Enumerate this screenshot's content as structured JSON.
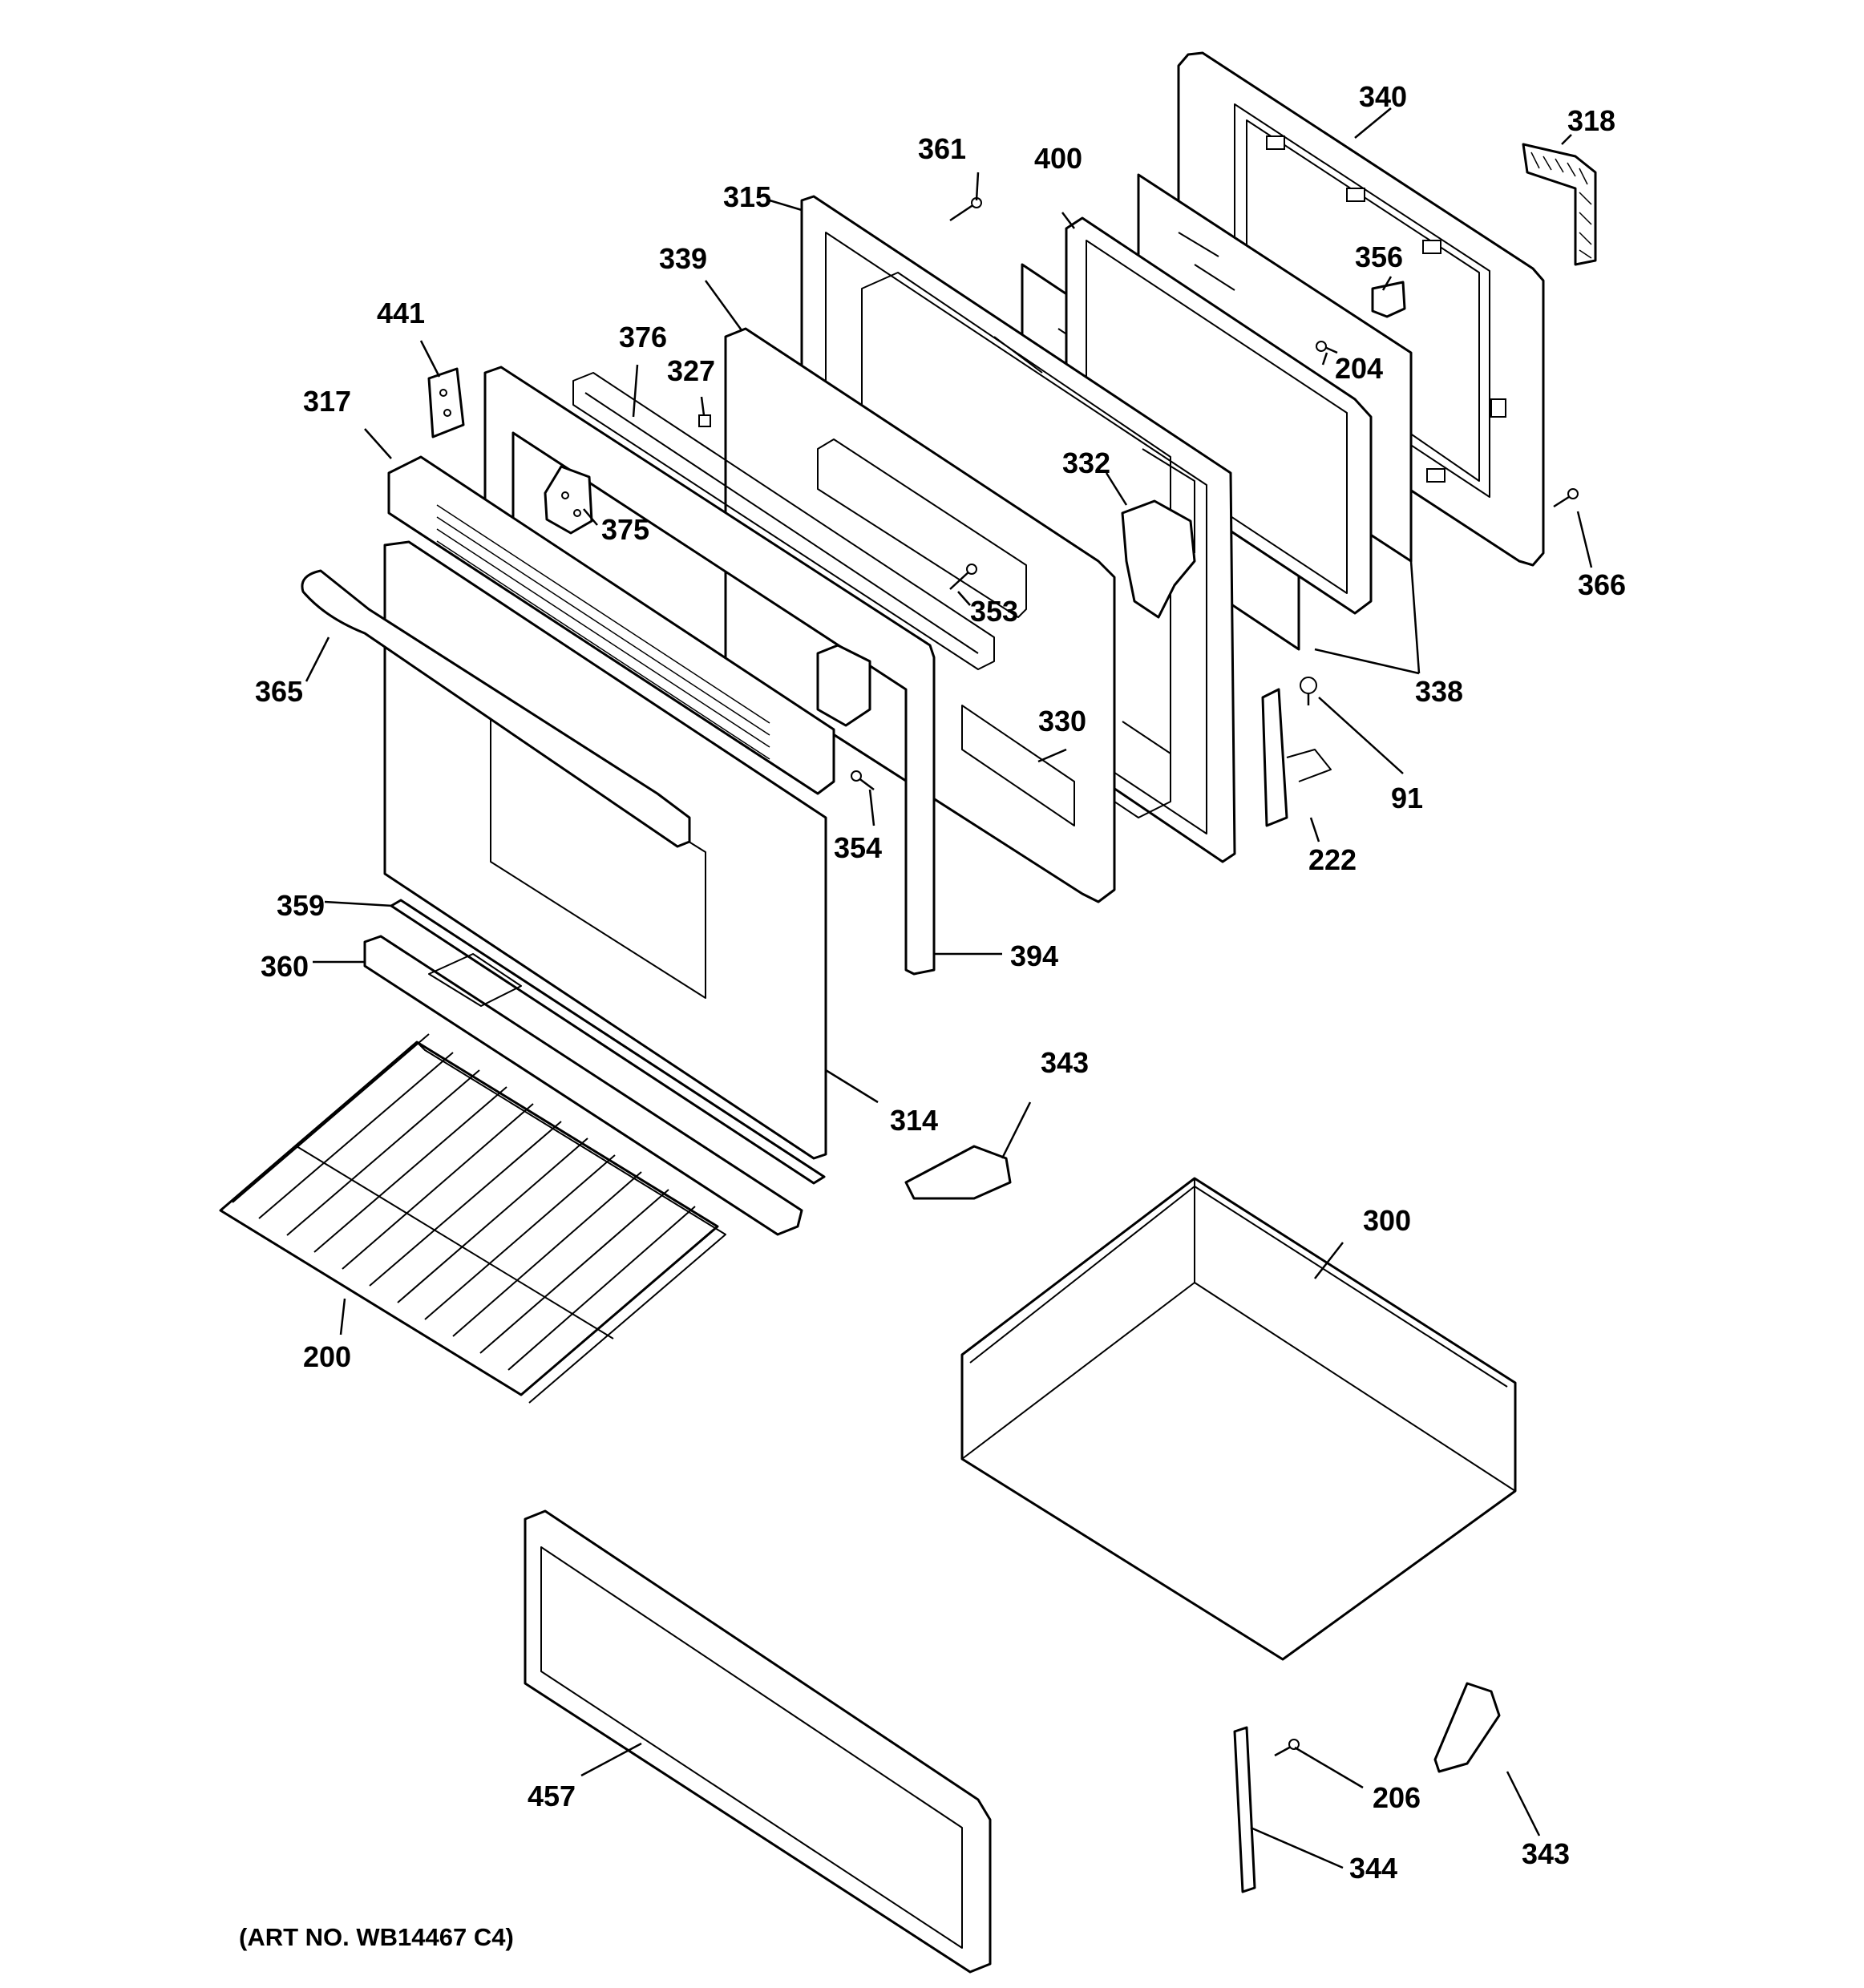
{
  "labels": {
    "p340": "340",
    "p318": "318",
    "p361": "361",
    "p400": "400",
    "p315": "315",
    "p356": "356",
    "p339": "339",
    "p204": "204",
    "p441": "441",
    "p376": "376",
    "p327": "327",
    "p317": "317",
    "p375": "375",
    "p332": "332",
    "p366": "366",
    "p353": "353",
    "p365": "365",
    "p338": "338",
    "p330": "330",
    "p91": "91",
    "p354": "354",
    "p222": "222",
    "p359": "359",
    "p394": "394",
    "p360": "360",
    "p343a": "343",
    "p314": "314",
    "p300": "300",
    "p200": "200",
    "p457": "457",
    "p206": "206",
    "p344": "344",
    "p343b": "343"
  },
  "art_number": "(ART NO. WB14467 C4)"
}
